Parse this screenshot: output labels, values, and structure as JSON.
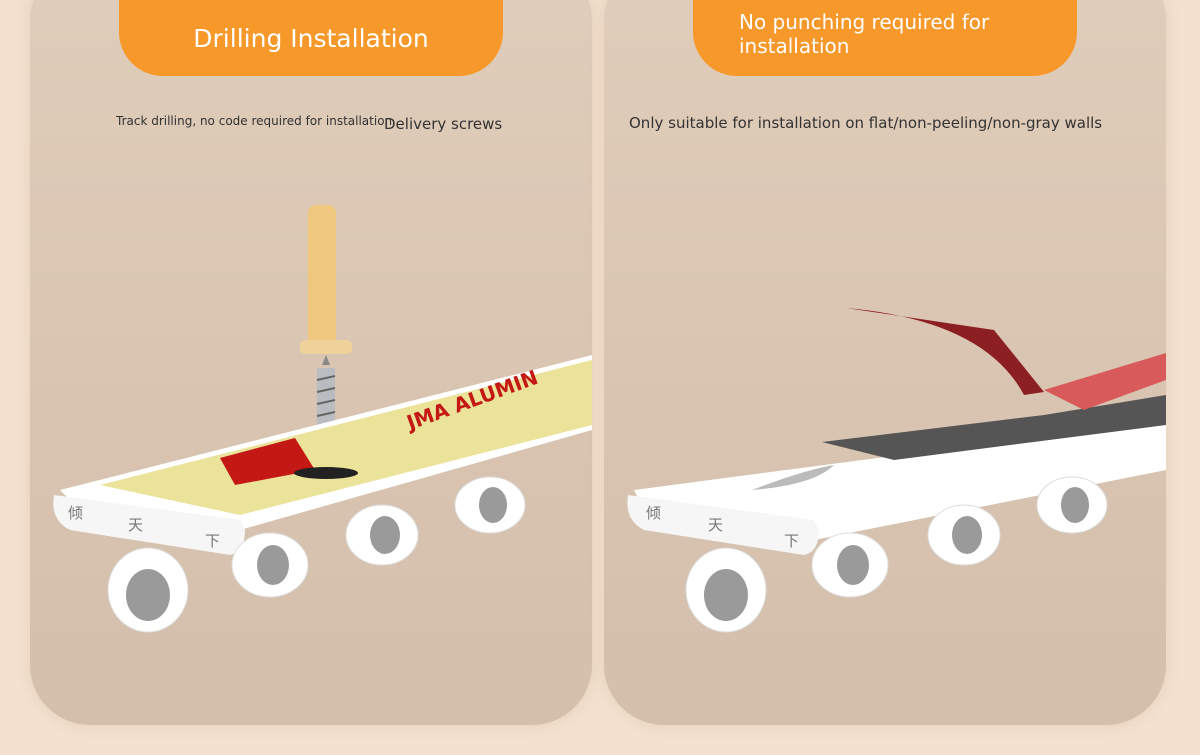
{
  "left_panel": {
    "title": "Drilling Installation",
    "caption": "Track drilling, no code required for installation",
    "caption_extra": "Delivery screws",
    "track_end_text": [
      "倾",
      "天",
      "下"
    ],
    "label_text": "JMA ALUMIN"
  },
  "right_panel": {
    "title": "No punching required for installation",
    "caption": "Only suitable for installation on flat/non-peeling/non-gray walls",
    "track_end_text": [
      "倾",
      "天",
      "下"
    ]
  },
  "colors": {
    "accent": "#f7982a",
    "background": "#f3e2d0",
    "card": "#dccab7",
    "tape": "#8c1f22"
  }
}
